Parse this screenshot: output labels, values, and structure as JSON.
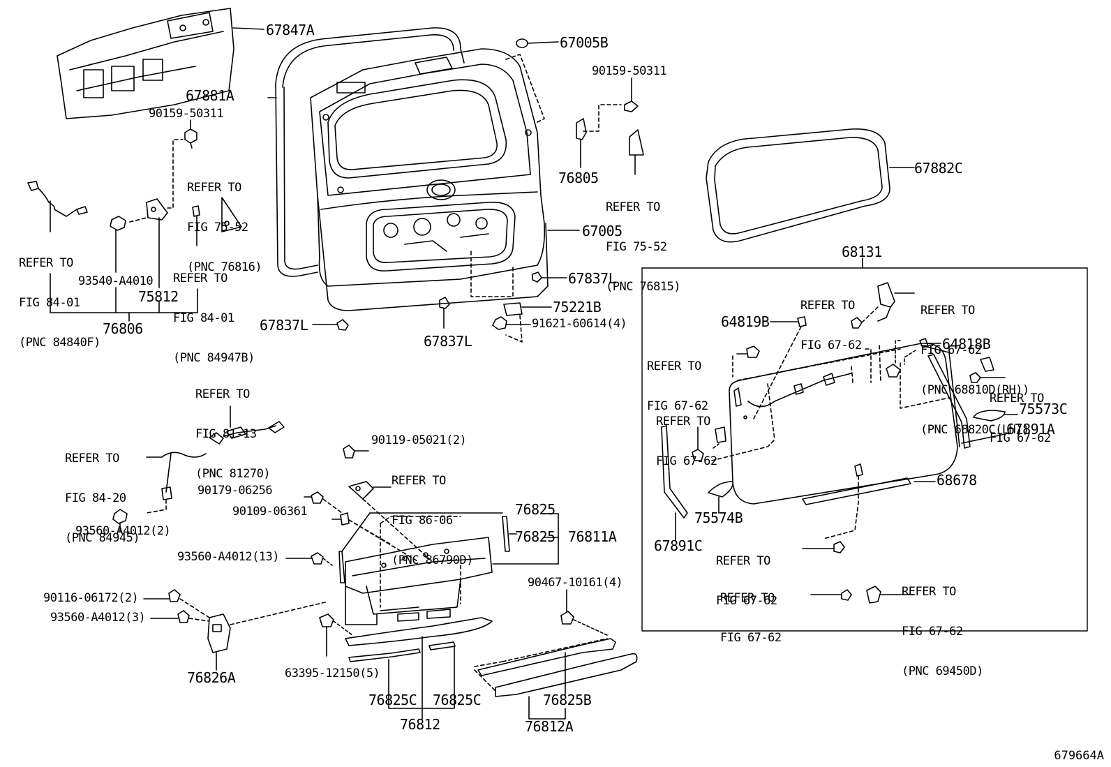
{
  "figure_id": "679664A",
  "part_numbers": {
    "p67847A": "67847A",
    "p67881A": "67881A",
    "p67005B": "67005B",
    "p90159_50311_top": "90159-50311",
    "p90159_50311_left": "90159-50311",
    "p67882C": "67882C",
    "p76805": "76805",
    "p67005": "67005",
    "p93540_A4010": "93540-A4010",
    "p75812": "75812",
    "p76806": "76806",
    "p67837L_a": "67837L",
    "p67837L_b": "67837L",
    "p67837L_c": "67837L",
    "p75221B": "75221B",
    "p91621_60614": "91621-60614(4)",
    "p68131": "68131",
    "p64819B": "64819B",
    "p64818B": "64818B",
    "p75573C": "75573C",
    "p67891A": "67891A",
    "p68678": "68678",
    "p75574B": "75574B",
    "p67891C": "67891C",
    "p90119_05021": "90119-05021(2)",
    "p90179_06256": "90179-06256",
    "p90109_06361": "90109-06361",
    "p93560_A4012_2": "93560-A4012(2)",
    "p93560_A4012_13": "93560-A4012(13)",
    "p90116_06172": "90116-06172(2)",
    "p93560_A4012_3": "93560-A4012(3)",
    "p76826A": "76826A",
    "p63395_12150": "63395-12150(5)",
    "p76825_a": "76825",
    "p76825_b": "76825",
    "p76811A": "76811A",
    "p90467_10161": "90467-10161(4)",
    "p76825C_a": "76825C",
    "p76825C_b": "76825C",
    "p76812": "76812",
    "p76825B": "76825B",
    "p76812A": "76812A"
  },
  "refer_notes": {
    "n_75_52_a": [
      "REFER TO",
      "FIG 75-52",
      "(PNC 76816)"
    ],
    "n_84_01_a": [
      "REFER TO",
      "FIG 84-01",
      "(PNC 84840F)"
    ],
    "n_84_01_b": [
      "REFER TO",
      "FIG 84-01",
      "(PNC 84947B)"
    ],
    "n_75_52_b": [
      "REFER TO",
      "FIG 75-52",
      "(PNC 76815)"
    ],
    "n_81_13": [
      "REFER TO",
      "FIG 81-13",
      "(PNC 81270)"
    ],
    "n_84_20": [
      "REFER TO",
      "FIG 84-20",
      "(PNC 84945)"
    ],
    "n_86_06": [
      "REFER TO",
      "FIG 86-06",
      "(PNC 86790D)"
    ],
    "n_67_62_a": [
      "REFER TO",
      "FIG 67-62"
    ],
    "n_67_62_hinge": [
      "REFER TO",
      "FIG 67-62",
      "(PNC 68810D(RH))",
      "(PNC 68820C(LH))"
    ],
    "n_67_62_b": [
      "REFER TO",
      "FIG 67-62"
    ],
    "n_67_62_c": [
      "REFER TO",
      "FIG 67-62"
    ],
    "n_67_62_d": [
      "REFER TO",
      "FIG 67-62"
    ],
    "n_67_62_e": [
      "REFER TO",
      "FIG 67-62"
    ],
    "n_67_62_f": [
      "REFER TO",
      "FIG 67-62"
    ],
    "n_67_62_g": [
      "REFER TO",
      "FIG 67-62",
      "(PNC 69450D)"
    ]
  }
}
